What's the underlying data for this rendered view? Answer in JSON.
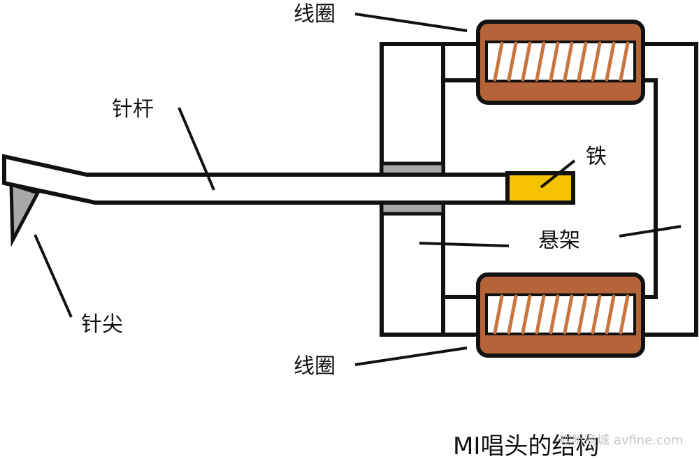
{
  "labels": {
    "coil_top": "线圈",
    "coil_bottom": "线圈",
    "needle_rod": "针杆",
    "iron": "铁",
    "suspension": "悬架",
    "needle_tip": "针尖"
  },
  "caption": "MI唱头的结构",
  "watermark": "视听商城 avfine.com",
  "colors": {
    "coil_body": "#b5643a",
    "coil_wire": "#c8753f",
    "iron": "#f4c200",
    "damper": "#a8a8a8",
    "tip": "#a8a8a8",
    "outline": "#111111"
  }
}
